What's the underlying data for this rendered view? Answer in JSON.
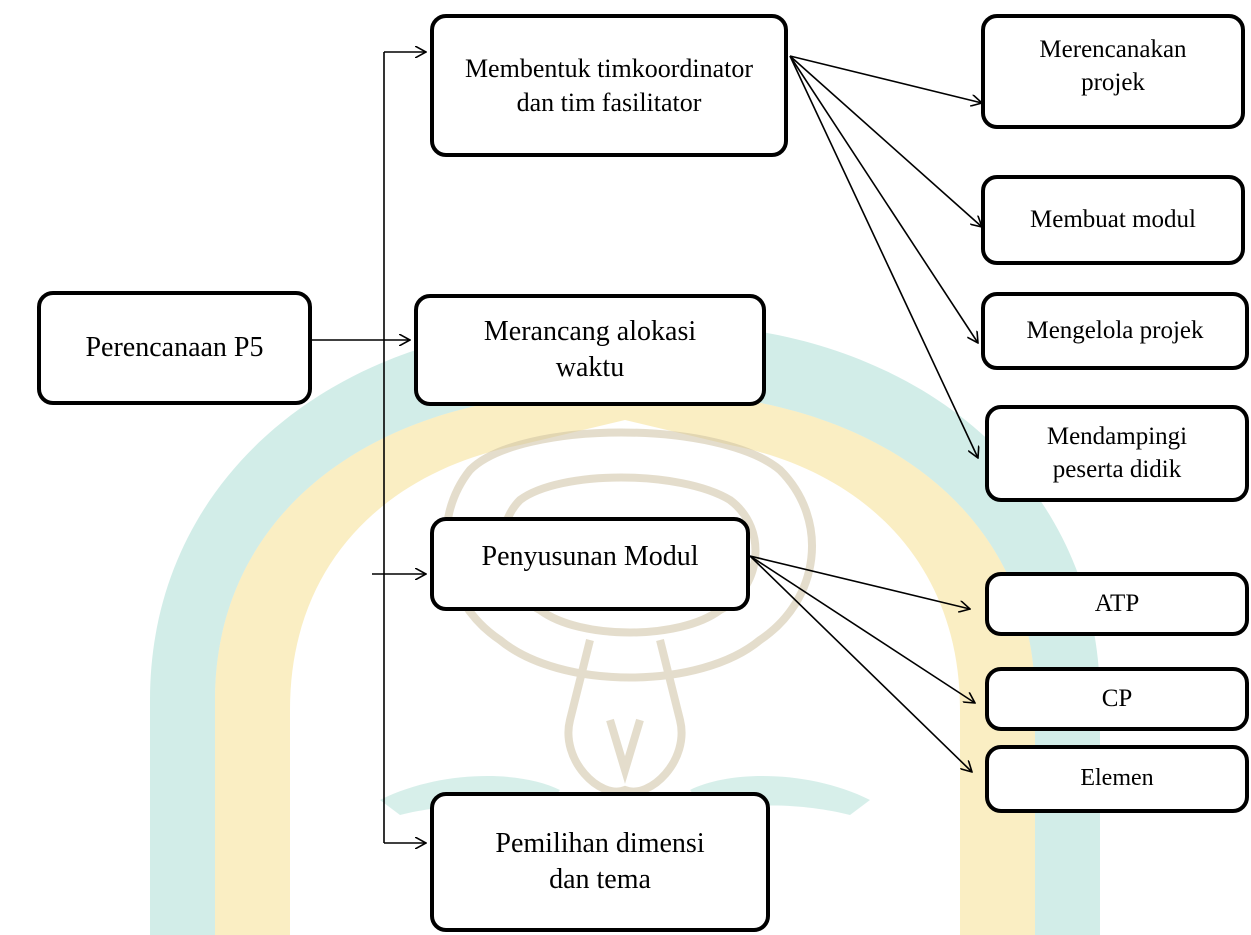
{
  "diagram": {
    "root": {
      "label": "Perencanaan P5"
    },
    "level1": [
      {
        "id": "tim",
        "label": "Membentuk timkoordinator dan tim fasilitator"
      },
      {
        "id": "alokasi",
        "label": "Merancang alokasi waktu"
      },
      {
        "id": "modul",
        "label": "Penyusunan Modul"
      },
      {
        "id": "dimensi",
        "label": "Pemilihan dimensi dan tema"
      }
    ],
    "tim_children": [
      {
        "id": "rencana",
        "label": "Merencanakan projek"
      },
      {
        "id": "buat",
        "label": "Membuat modul"
      },
      {
        "id": "kelola",
        "label": "Mengelola projek"
      },
      {
        "id": "damping",
        "label": "Mendampingi peserta didik"
      }
    ],
    "modul_children": [
      {
        "id": "atp",
        "label": "ATP"
      },
      {
        "id": "cp",
        "label": "CP"
      },
      {
        "id": "elemen",
        "label": "Elemen"
      }
    ]
  },
  "colors": {
    "box_border": "#000000",
    "arrow": "#000000",
    "watermark_green": "#1fa58a",
    "watermark_yellow": "#f3d56a",
    "watermark_outline": "#cfc3a4"
  }
}
